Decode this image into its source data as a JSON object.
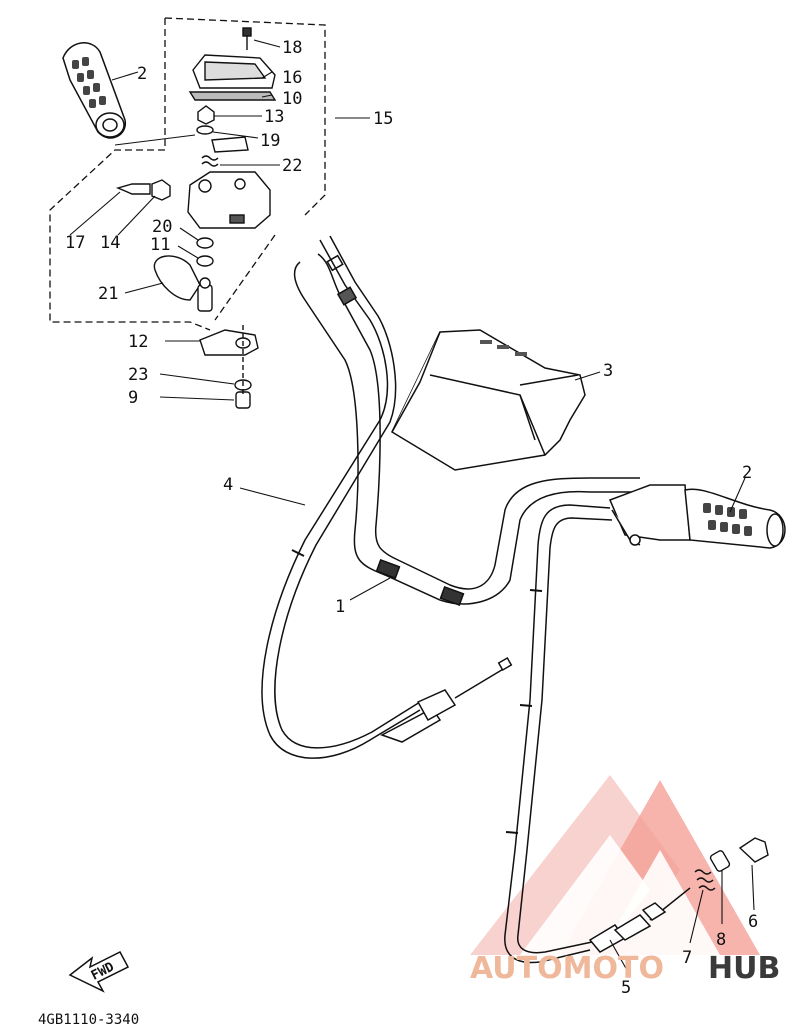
{
  "diagram": {
    "part_code": "4GB1110-3340",
    "fwd_label": "FWD",
    "callouts": [
      "1",
      "2",
      "2",
      "3",
      "4",
      "5",
      "6",
      "7",
      "8",
      "9",
      "10",
      "11",
      "12",
      "13",
      "14",
      "15",
      "16",
      "17",
      "18",
      "19",
      "20",
      "21",
      "22",
      "23"
    ]
  },
  "watermark": {
    "text_part1": "AUTOMOTO",
    "text_part2": "HUB",
    "color_primary": "#e8413c",
    "color_secondary": "#f0b89a",
    "color_dark": "#3a3a3a"
  }
}
